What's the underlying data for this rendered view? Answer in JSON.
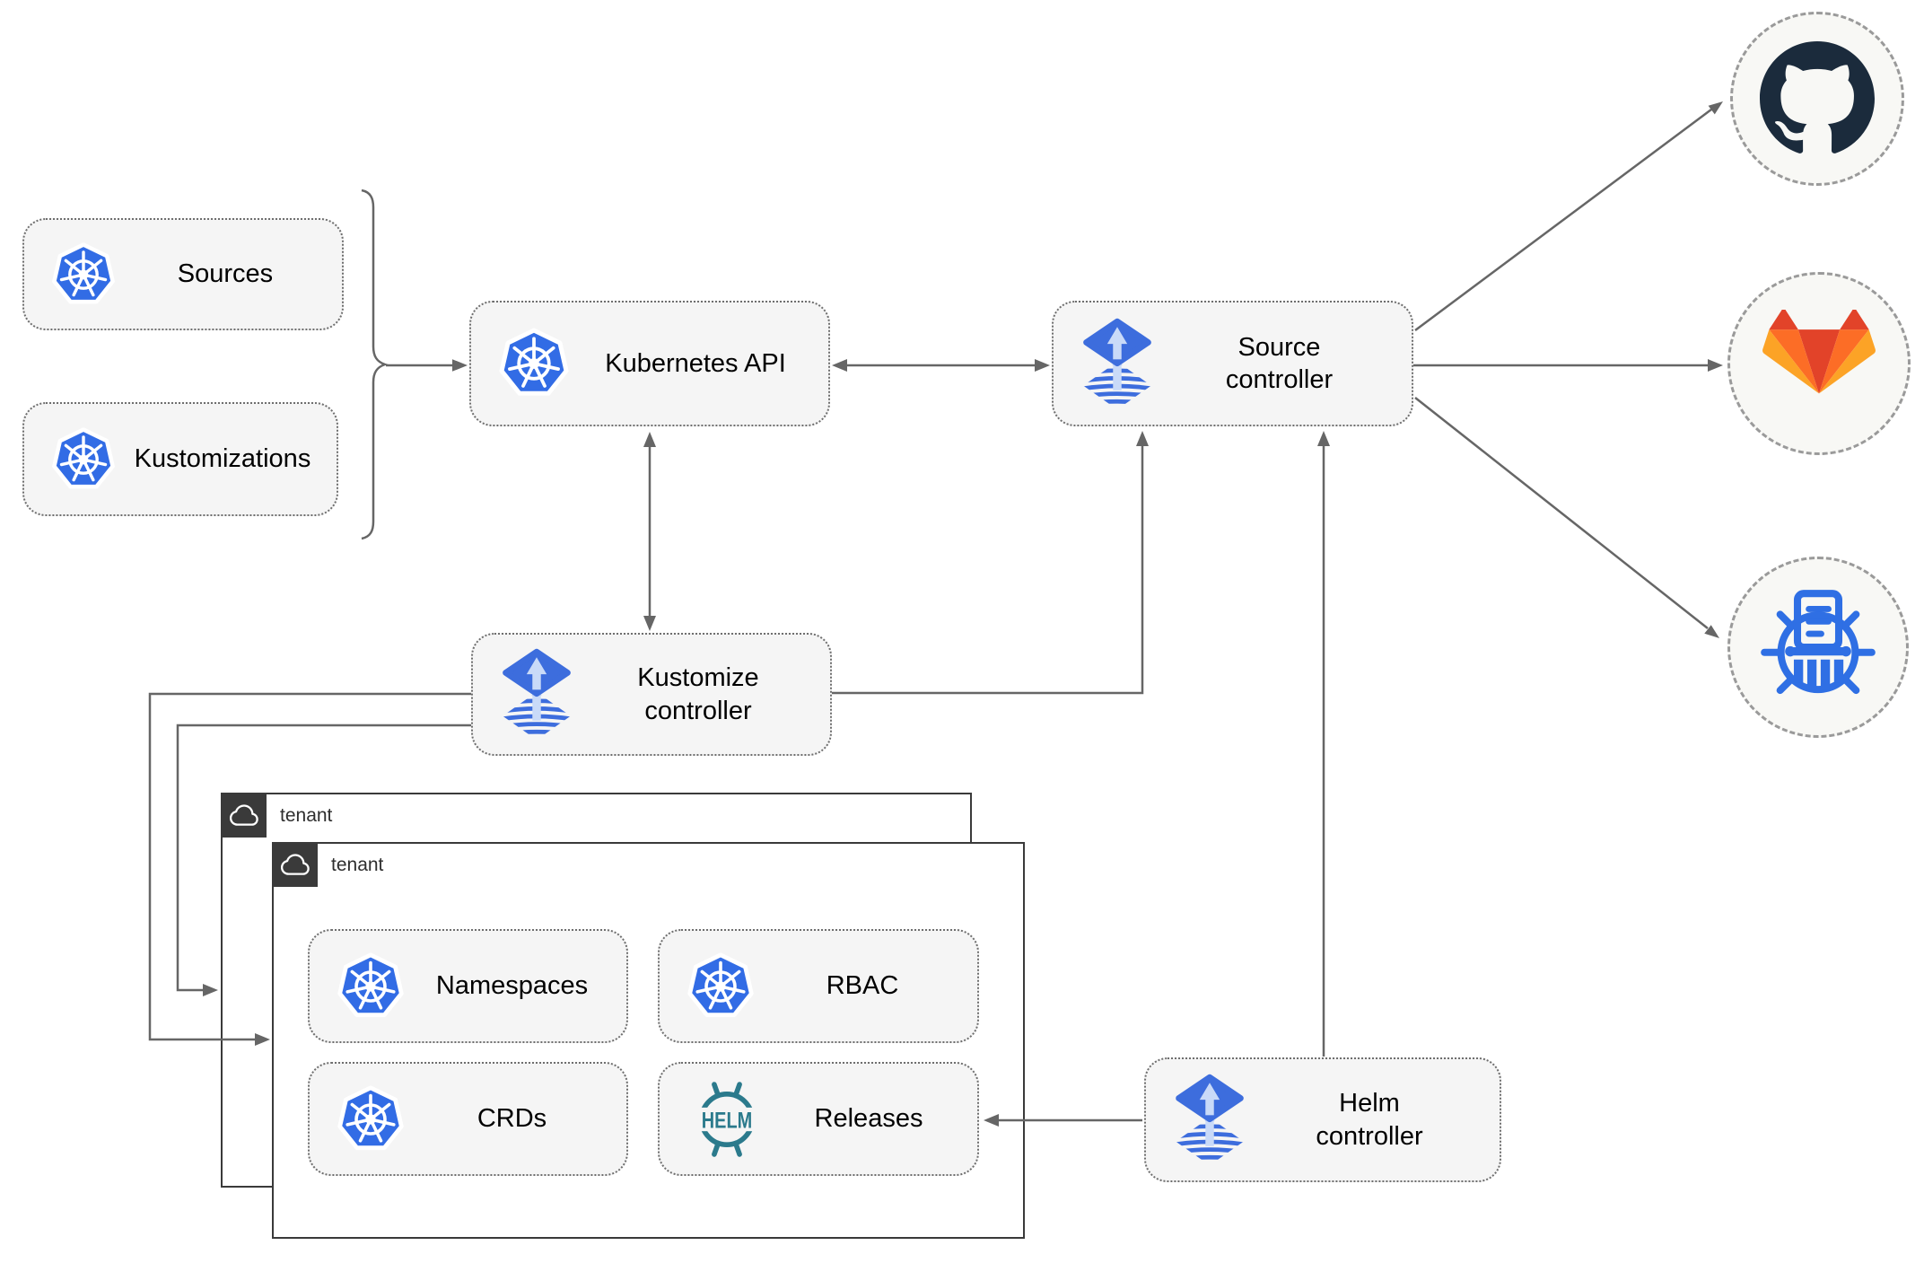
{
  "diagram": {
    "nodes": {
      "sources": {
        "label": "Sources"
      },
      "kustomizations": {
        "label": "Kustomizations"
      },
      "kubernetes_api": {
        "label": "Kubernetes API"
      },
      "source_controller": {
        "label": "Source\ncontroller"
      },
      "kustomize_controller": {
        "label": "Kustomize\ncontroller"
      },
      "helm_controller": {
        "label": "Helm\ncontroller"
      },
      "namespaces": {
        "label": "Namespaces"
      },
      "rbac": {
        "label": "RBAC"
      },
      "crds": {
        "label": "CRDs"
      },
      "releases": {
        "label": "Releases"
      }
    },
    "tenants": {
      "outer": {
        "label": "tenant"
      },
      "inner": {
        "label": "tenant"
      }
    },
    "helm_logo": {
      "text": "HELM"
    },
    "icons": {
      "kubernetes": "kubernetes-wheel-heptagon",
      "flux": "flux-diamond-up-arrow",
      "helm": "helm-ship-wheel",
      "github": "github-octocat",
      "gitlab": "gitlab-tanuki",
      "chartmuseum": "museum-ship-wheel",
      "cloud": "cloud-outline"
    },
    "colors": {
      "kubernetes_blue": "#326CE5",
      "flux_blue": "#3D6DDD",
      "flux_arrow_light": "#C9DAF8",
      "helm_teal": "#2B7A8C",
      "github_dark": "#1B2B3C",
      "gitlab_red_orange": "#E24329",
      "gitlab_orange": "#FC6D26",
      "gitlab_light_orange": "#FCA326",
      "chartmuseum_blue": "#2F6FE4",
      "arrow_gray": "#666666",
      "node_fill": "#F5F5F5",
      "node_border": "#6E6E6E",
      "tenant_border": "#3A3A3A",
      "tenant_header_bg": "#3A3A3A",
      "remote_fill": "#F8F8F5",
      "remote_border": "#9A9A9A"
    }
  }
}
